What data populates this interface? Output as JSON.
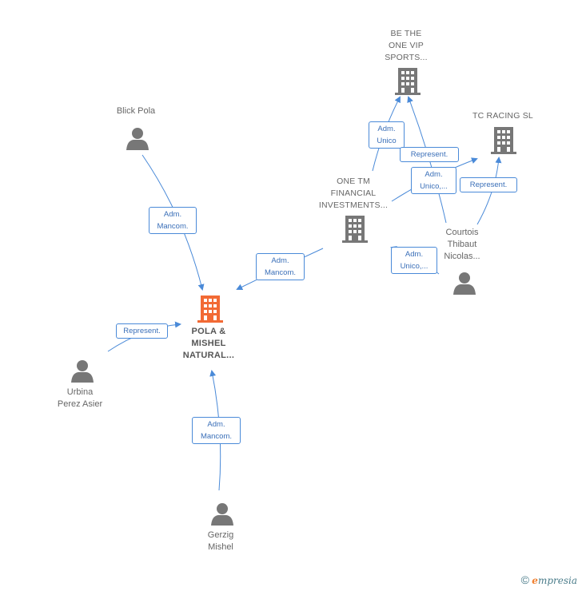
{
  "nodes": {
    "be_the_one": {
      "lines": [
        "BE THE",
        "ONE VIP",
        "SPORTS..."
      ],
      "type": "company"
    },
    "tc_racing": {
      "lines": [
        "TC RACING  SL"
      ],
      "type": "company"
    },
    "one_tm": {
      "lines": [
        "ONE TM",
        "FINANCIAL",
        "INVESTMENTS..."
      ],
      "type": "company"
    },
    "pola_mishel": {
      "lines": [
        "POLA &",
        "MISHEL",
        "NATURAL..."
      ],
      "type": "company-main"
    },
    "blick_pola": {
      "lines": [
        "Blick Pola"
      ],
      "type": "person"
    },
    "courtois": {
      "lines": [
        "Courtois",
        "Thibaut",
        "Nicolas..."
      ],
      "type": "person"
    },
    "urbina": {
      "lines": [
        "Urbina",
        "Perez Asier"
      ],
      "type": "person"
    },
    "gerzig": {
      "lines": [
        "Gerzig",
        "Mishel"
      ],
      "type": "person"
    }
  },
  "edges": {
    "blick_to_pola": {
      "lines": [
        "Adm.",
        "Mancom."
      ]
    },
    "onetm_to_pola": {
      "lines": [
        "Adm.",
        "Mancom."
      ]
    },
    "urbina_to_pola": {
      "lines": [
        "Represent."
      ]
    },
    "gerzig_to_pola": {
      "lines": [
        "Adm.",
        "Mancom."
      ]
    },
    "onetm_to_bethe": {
      "lines": [
        "Adm.",
        "Unico"
      ]
    },
    "courtois_to_bethe": {
      "lines": [
        "Represent."
      ]
    },
    "courtois_to_tc_adm": {
      "lines": [
        "Adm.",
        "Unico,..."
      ]
    },
    "courtois_to_tc_rep": {
      "lines": [
        "Represent."
      ]
    },
    "courtois_to_onetm": {
      "lines": [
        "Adm.",
        "Unico,..."
      ]
    }
  },
  "colors": {
    "edge": "#4a8ad8",
    "company_icon": "#777777",
    "main_company_icon": "#f26a35",
    "person_icon": "#777777"
  },
  "footer": {
    "copyright": "©",
    "brand_initial": "e",
    "brand_rest": "mpresia"
  }
}
